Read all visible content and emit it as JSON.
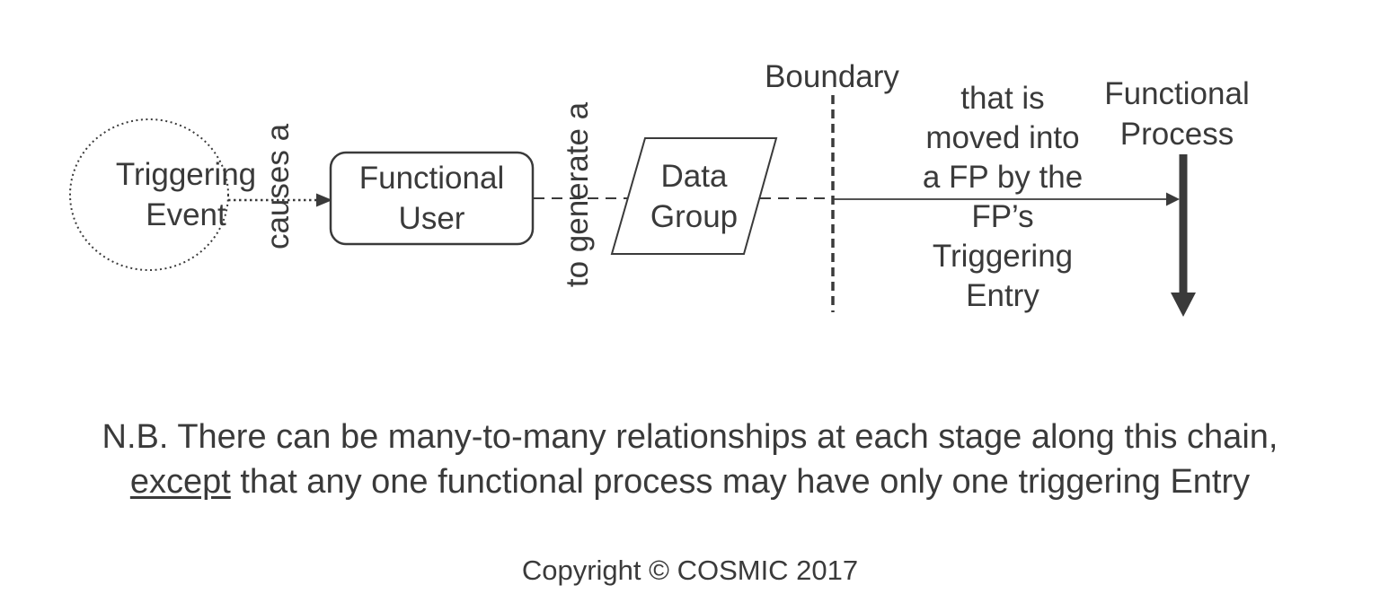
{
  "diagram": {
    "triggering_event": {
      "line1": "Triggering",
      "line2": "Event"
    },
    "causes_label": "causes a",
    "functional_user": {
      "line1": "Functional",
      "line2": "User"
    },
    "generate_label": "to generate a",
    "data_group": {
      "line1": "Data",
      "line2": "Group"
    },
    "boundary_label": "Boundary",
    "entry_description": {
      "line1": "that is",
      "line2": "moved into",
      "line3": "a FP by the",
      "line4": "FP’s",
      "line5": "Triggering",
      "line6": "Entry"
    },
    "functional_process": {
      "line1": "Functional",
      "line2": "Process"
    }
  },
  "note": {
    "line1": "N.B. There can be many-to-many relationships at each stage along this chain,",
    "line2_underlined": "except",
    "line2_rest": " that any one functional process may have only one triggering Entry"
  },
  "copyright": "Copyright © COSMIC 2017",
  "colors": {
    "ink": "#3a3a3a",
    "background": "#ffffff"
  }
}
